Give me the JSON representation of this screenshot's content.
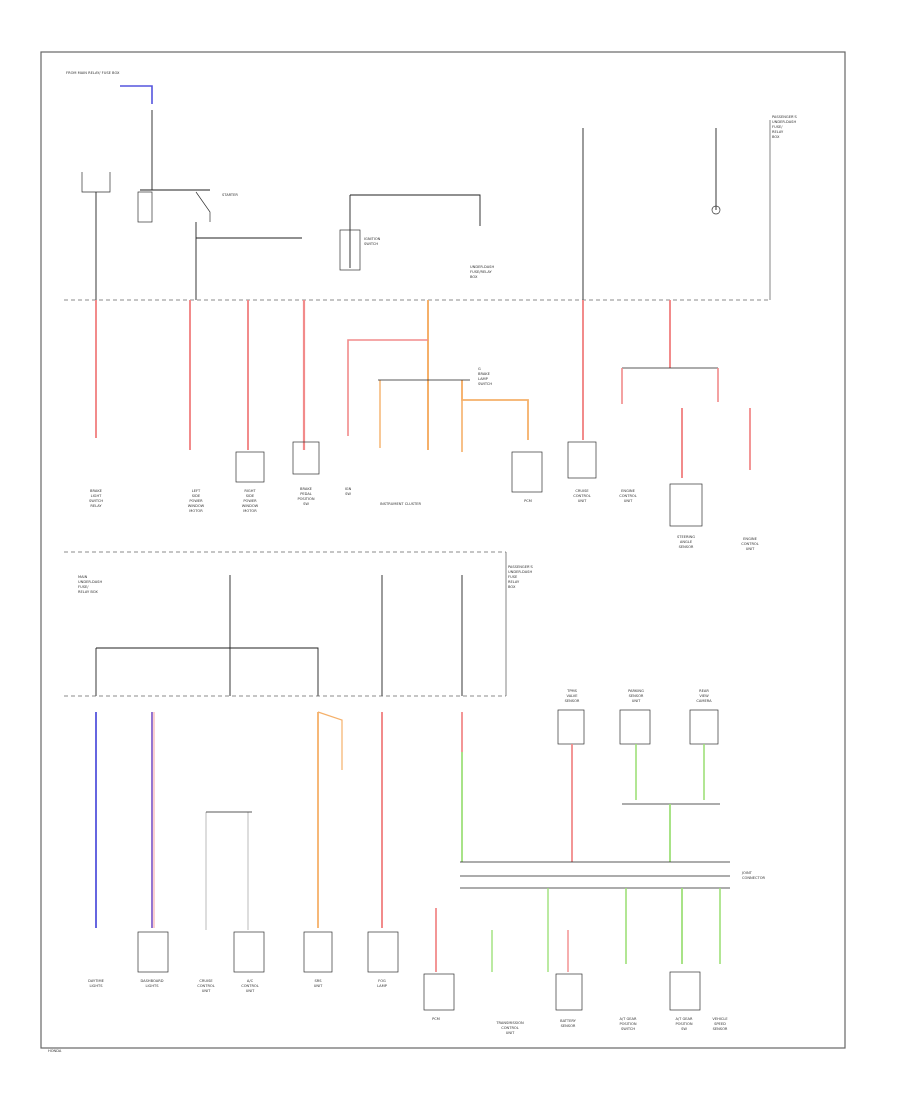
{
  "diagram": {
    "type": "wiring-schematic",
    "colors": {
      "wire_red": "#f28b8b",
      "wire_orange": "#f5b06a",
      "wire_blue": "#5555dd",
      "wire_violet": "#8866cc",
      "wire_green": "#9ee07a",
      "wire_black": "#222222",
      "wire_grey": "#bbbbbb",
      "frame": "#555555"
    },
    "labels": {
      "battery_box": "FROM\nMAIN\nRELAY/\nFUSE\nBOX",
      "starter": "STARTER",
      "ignition_switch": "IGNITION\nSWITCH",
      "fuse_top": "UNDER-DASH\nFUSE/RELAY\nBOX",
      "instrument_cluster": "INSTRUMENT CLUSTER",
      "under_dash_box_right": "PASSENGER'S\nUNDER-DASH\nFUSE/\nRELAY\nBOX",
      "bottom_left_label": "MAIN\nUNDER-DASH\nFUSE/\nRELAY BOX",
      "bottom_right_label": "PASSENGER'S\nUNDER-DASH\nFUSE\nRELAY\nBOX",
      "joint_label": "JOINT\nCONNECTOR",
      "mid_joint_label": "G\nBRAKE\nLAMP\nSWITCH",
      "page_id": "HONDA"
    },
    "top_components": [
      "BRAKE\nLIGHT\nSWITCH\nRELAY",
      "LEFT\nSIDE\nPOWER\nWINDOW\nMOTOR",
      "RIGHT\nSIDE\nPOWER\nWINDOW\nMOTOR",
      "BRAKE\nPEDAL\nPOSITION\nSW",
      "IGN\nSW",
      "PCM",
      "CRUISE\nCONTROL\nUNIT",
      "ENGINE\nCONTROL\nUNIT",
      "STEERING\nANGLE\nSENSOR",
      "ENGINE\nCONTROL\nUNIT"
    ],
    "bottom_components": [
      "DAYTIME\nLIGHTS",
      "DASHBOARD\nLIGHTS",
      "CRUISE\nCONTROL\nUNIT",
      "A/C\nCONTROL\nUNIT",
      "SRS\nUNIT",
      "FOG\nLAMP",
      "PCM",
      "TRANSMISSION\nCONTROL\nUNIT",
      "BATTERY\nSENSOR",
      "A/T GEAR\nPOSITION\nSWITCH",
      "A/T GEAR\nPOSITION\nSW",
      "VEHICLE\nSPEED\nSENSOR"
    ],
    "bottom_top_sensors": [
      "TPMS\nVALVE\nSENSOR",
      "PARKING\nSENSOR\nUNIT",
      "REAR\nVIEW\nCAMERA"
    ]
  }
}
